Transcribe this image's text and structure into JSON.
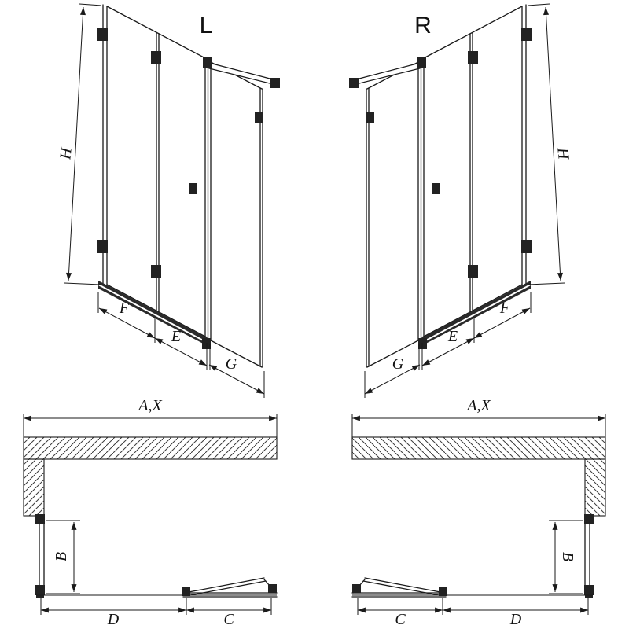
{
  "background": "#ffffff",
  "line_color": "#1a1a1a",
  "iso_left": {
    "variant": "L",
    "height": "H",
    "width_door_panel": "F",
    "width_inner_panel": "E",
    "width_fixed_panel": "G"
  },
  "iso_right": {
    "variant": "R",
    "height": "H",
    "width_door_panel": "F",
    "width_inner_panel": "E",
    "width_fixed_panel": "G"
  },
  "plan_left": {
    "overall_width": "A,X",
    "fold_depth": "B",
    "door_span": "D",
    "fixed_span": "C"
  },
  "plan_right": {
    "overall_width": "A,X",
    "fold_depth": "B",
    "door_span": "D",
    "fixed_span": "C"
  }
}
